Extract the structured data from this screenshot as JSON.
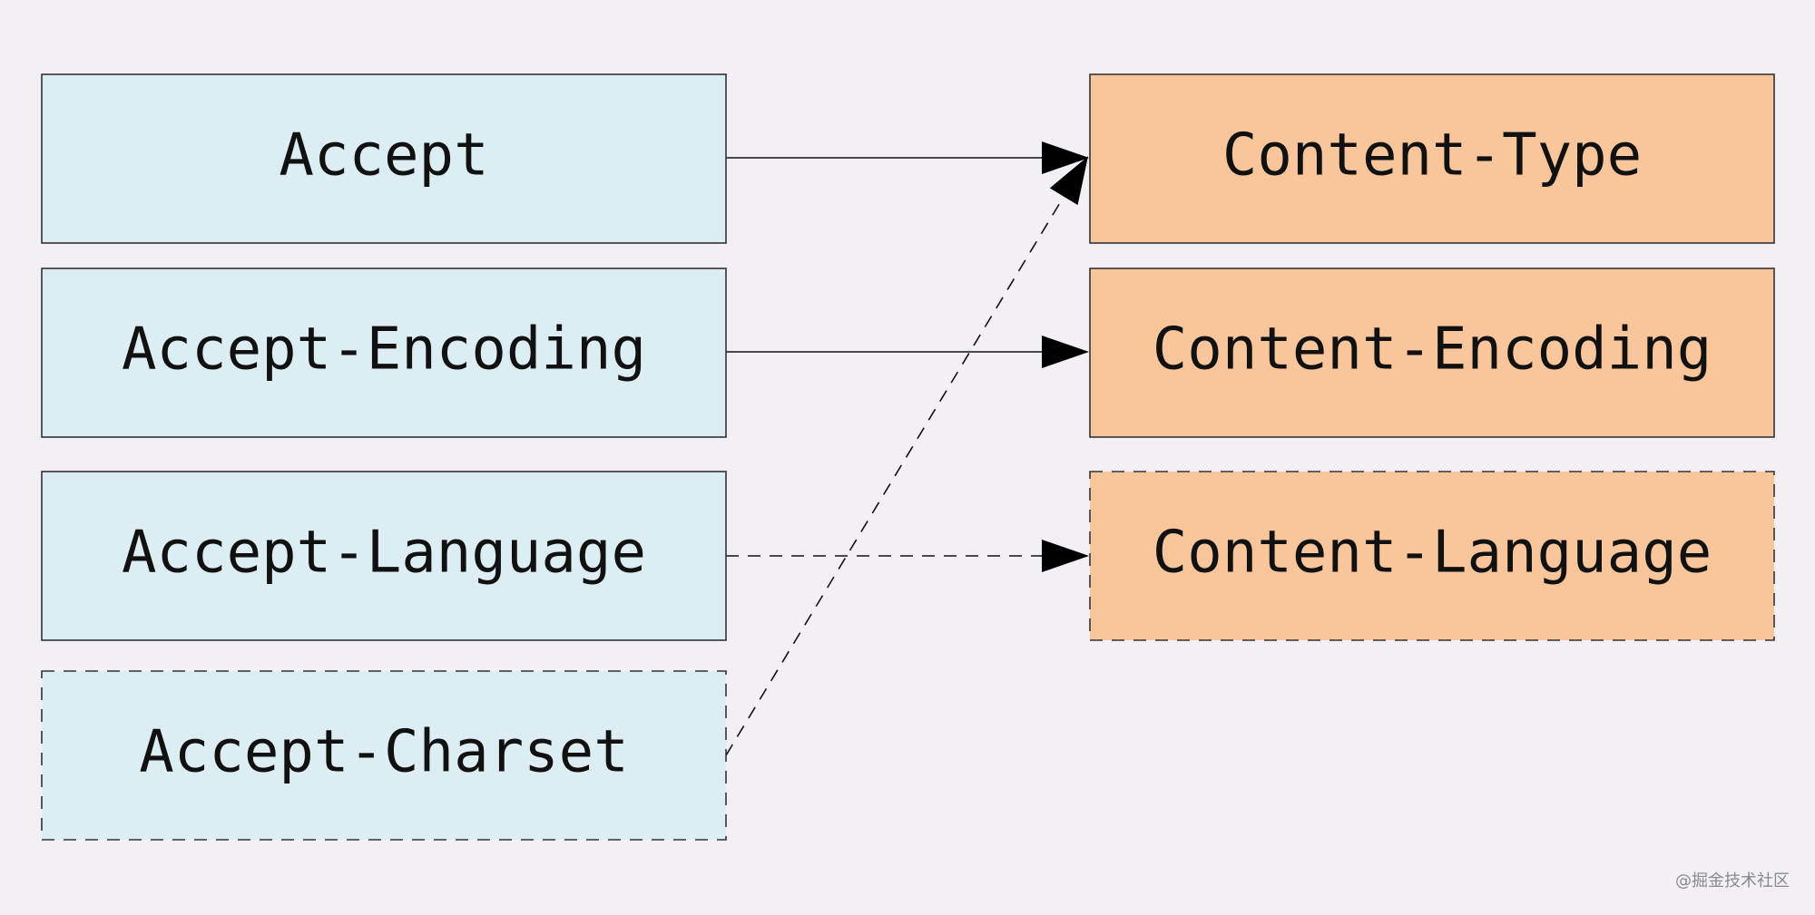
{
  "diagram": {
    "request_headers": [
      {
        "id": "accept",
        "label": "Accept",
        "style": "solid"
      },
      {
        "id": "accept-encoding",
        "label": "Accept-Encoding",
        "style": "solid"
      },
      {
        "id": "accept-language",
        "label": "Accept-Language",
        "style": "solid"
      },
      {
        "id": "accept-charset",
        "label": "Accept-Charset",
        "style": "dashed"
      }
    ],
    "response_headers": [
      {
        "id": "content-type",
        "label": "Content-Type",
        "style": "solid"
      },
      {
        "id": "content-encoding",
        "label": "Content-Encoding",
        "style": "solid"
      },
      {
        "id": "content-language",
        "label": "Content-Language",
        "style": "dashed"
      }
    ],
    "connections": [
      {
        "from": "accept",
        "to": "content-type",
        "style": "solid"
      },
      {
        "from": "accept-encoding",
        "to": "content-encoding",
        "style": "solid"
      },
      {
        "from": "accept-language",
        "to": "content-language",
        "style": "dashed"
      },
      {
        "from": "accept-charset",
        "to": "content-type",
        "style": "dashed"
      }
    ],
    "colors": {
      "request_fill": "#dcedf3",
      "response_fill": "#f9c59a",
      "background": "#f2f0f5",
      "stroke": "#333333"
    }
  },
  "watermark": "@掘金技术社区"
}
